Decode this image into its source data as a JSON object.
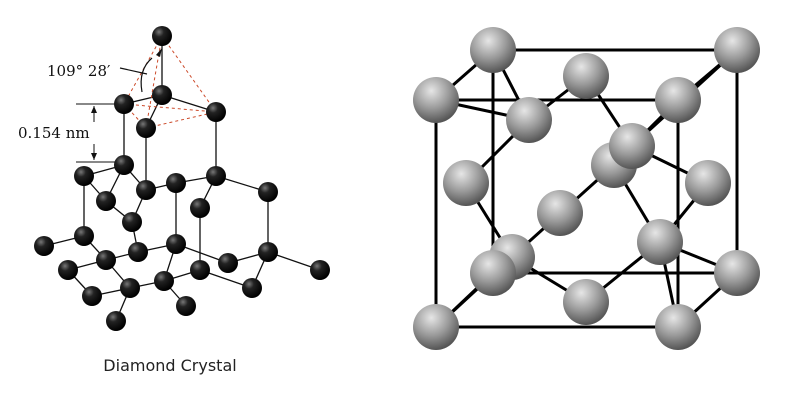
{
  "left_figure": {
    "angle_label": "109° 28′",
    "distance_label": "0.154  nm",
    "caption": "Diamond Crystal"
  },
  "colors": {
    "atom_dark": "#111111",
    "atom_gray": "#8c8c8c",
    "bond": "#111111",
    "tetra_dash": "#cc4a2a"
  }
}
